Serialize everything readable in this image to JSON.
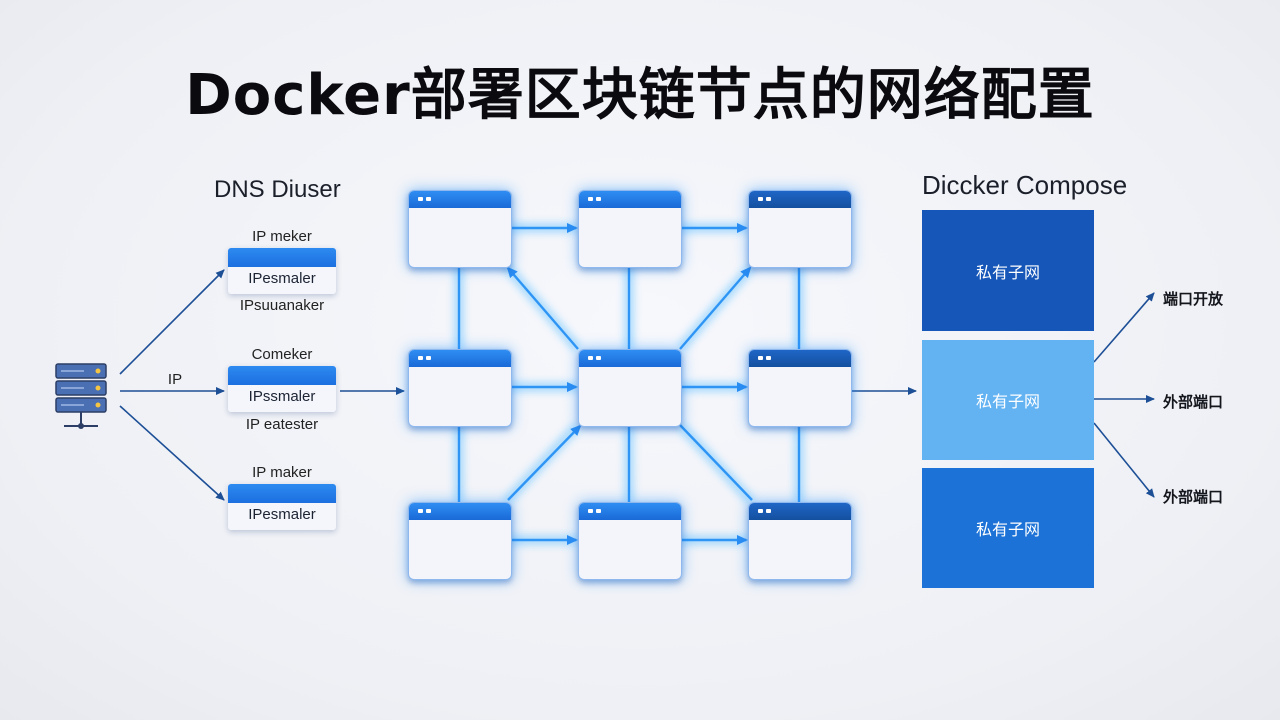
{
  "title": "Docker部署区块链节点的网络配置",
  "dns": {
    "title": "DNS Diuser",
    "ip_label": "IP",
    "groups": [
      {
        "above": "IP meker",
        "card": "IPesmaler",
        "below": "IPsuuanaker"
      },
      {
        "above": "Comeker",
        "card": "IPssmaler",
        "below": "IP eatester"
      },
      {
        "above": "IP maker",
        "card": "IPesmaler",
        "below": ""
      }
    ]
  },
  "compose": {
    "title": "Diccker Compose",
    "subnets": [
      {
        "label": "私有子网",
        "color": "#1556b8"
      },
      {
        "label": "私有子网",
        "color": "#63b3f3"
      },
      {
        "label": "私有子网",
        "color": "#1c72d6"
      }
    ],
    "ports": [
      "端口开放",
      "外部端口",
      "外部端口"
    ]
  },
  "colors": {
    "accent": "#1c6fe0",
    "arrow": "#1d4f96",
    "glow": "#55b8ff"
  },
  "icons": {
    "server": "server-rack-icon"
  }
}
